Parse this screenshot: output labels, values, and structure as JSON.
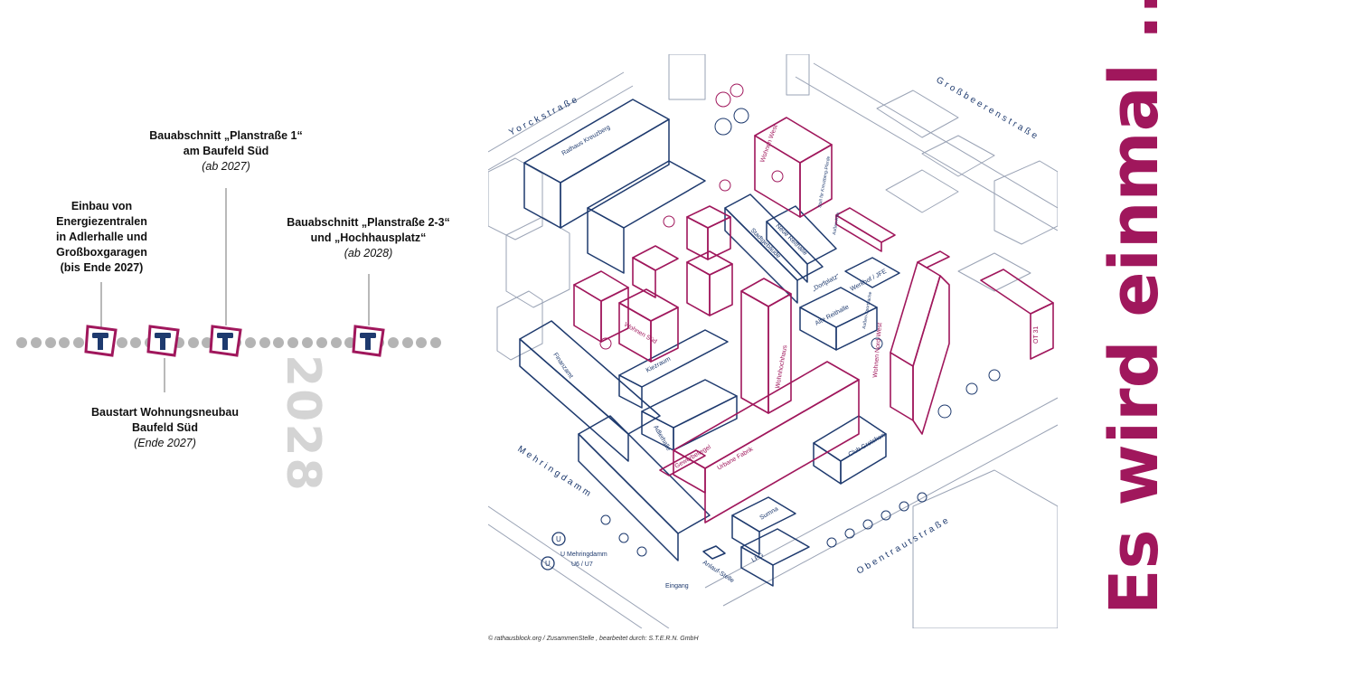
{
  "timeline": {
    "year": "2028",
    "milestones_above": [
      {
        "lines": [
          "Einbau von",
          "Energiezentralen",
          "in Adlerhalle und",
          "Großboxgaragen"
        ],
        "sub": "(bis Ende 2027)",
        "sub_bold": true
      },
      {
        "lines": [
          "Bauabschnitt „Planstraße 1“",
          "am Baufeld Süd"
        ],
        "sub": "(ab 2027)",
        "sub_bold": false
      },
      {
        "lines": [
          "Bauabschnitt „Planstraße 2-3“",
          "und „Hochhausplatz“"
        ],
        "sub": "(ab 2028)",
        "sub_bold": false
      }
    ],
    "milestones_below": [
      {
        "lines": [
          "Baustart Wohnungsneubau",
          "Baufeld Süd"
        ],
        "sub": "(Ende 2027)"
      }
    ]
  },
  "map": {
    "streets": [
      "Yorckstraße",
      "Großbeerenstraße",
      "Mehringdamm",
      "Obentrautstraße"
    ],
    "labels_blue": [
      "Rathaus Kreuzberg",
      "Stadtgebäude",
      "Neue Reithalle",
      "„Dorfplatz“",
      "Alte Reithalle",
      "Werkhof / JFE",
      "Kiezraum",
      "Finanzamt",
      "Adlerhalle",
      "Club Gretchen",
      "Sumna",
      "LPG",
      "Anlauf-Stelle",
      "Eingang",
      "U Mehringdamm",
      "U6 / U7",
      "Stall für Kreuzberg-Pferde",
      "Außen-Kita",
      "Außen-Sportfläche"
    ],
    "labels_red": [
      "Wohnen West",
      "Wohnen Süd",
      "Wohnhochhaus",
      "Urbane Fabrik",
      "Gewerbeliegel",
      "Wohnen Nord-West",
      "OT 31"
    ],
    "u_symbol": "U",
    "colors": {
      "existing": "#1e3a6e",
      "new": "#a0175c",
      "context": "#9aa3b5"
    }
  },
  "caption": "© rathausblock.org / ZusammenStelle , bearbeitet durch: S.T.E.R.N. GmbH",
  "headline": "Es wird einmal ...",
  "icons": {
    "marker": "construction-hammer-icon"
  },
  "colors": {
    "accent": "#a0175c",
    "navy": "#1e3a6e",
    "timeline_gray": "#b4b4b4",
    "year_gray": "#d4d4d4"
  }
}
